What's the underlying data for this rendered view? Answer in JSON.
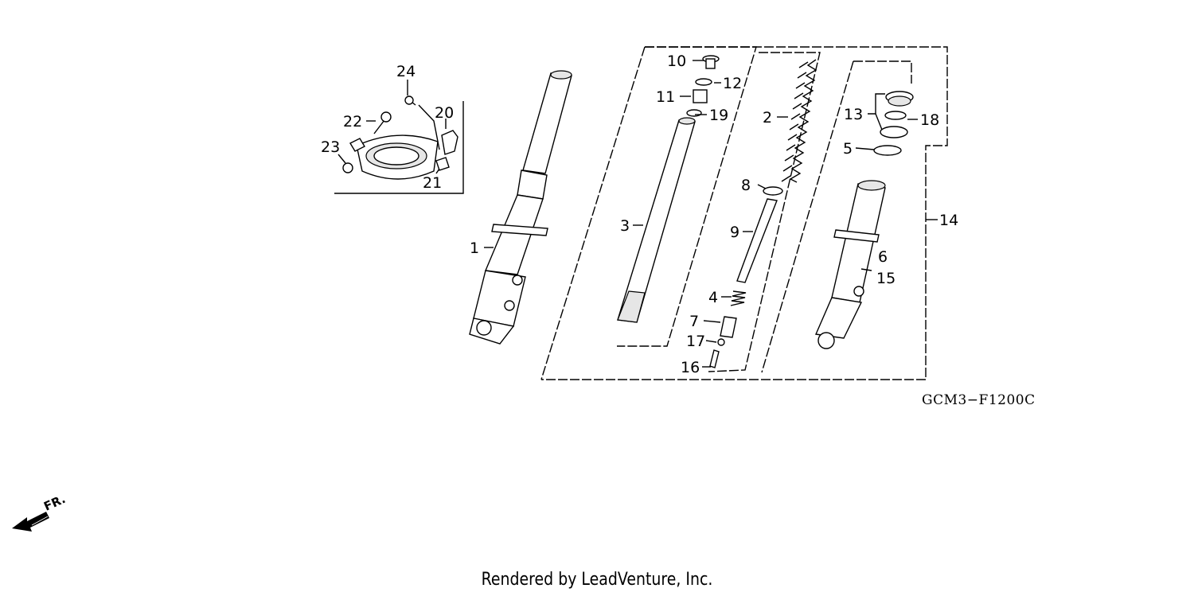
{
  "diagram": {
    "code": "GCM3−F1200C",
    "front_label": "FR.",
    "footer": "Rendered by LeadVenture, Inc.",
    "callouts": [
      {
        "id": "c1",
        "text": "1"
      },
      {
        "id": "c2",
        "text": "2"
      },
      {
        "id": "c3",
        "text": "3"
      },
      {
        "id": "c4",
        "text": "4"
      },
      {
        "id": "c5",
        "text": "5"
      },
      {
        "id": "c6",
        "text": "6"
      },
      {
        "id": "c7",
        "text": "7"
      },
      {
        "id": "c8",
        "text": "8"
      },
      {
        "id": "c9",
        "text": "9"
      },
      {
        "id": "c10",
        "text": "10"
      },
      {
        "id": "c11",
        "text": "11"
      },
      {
        "id": "c12",
        "text": "12"
      },
      {
        "id": "c13",
        "text": "13"
      },
      {
        "id": "c14",
        "text": "14"
      },
      {
        "id": "c15",
        "text": "15"
      },
      {
        "id": "c16",
        "text": "16"
      },
      {
        "id": "c17",
        "text": "17"
      },
      {
        "id": "c18",
        "text": "18"
      },
      {
        "id": "c19",
        "text": "19"
      },
      {
        "id": "c20",
        "text": "20"
      },
      {
        "id": "c21",
        "text": "21"
      },
      {
        "id": "c22",
        "text": "22"
      },
      {
        "id": "c23",
        "text": "23"
      },
      {
        "id": "c24",
        "text": "24"
      }
    ]
  }
}
